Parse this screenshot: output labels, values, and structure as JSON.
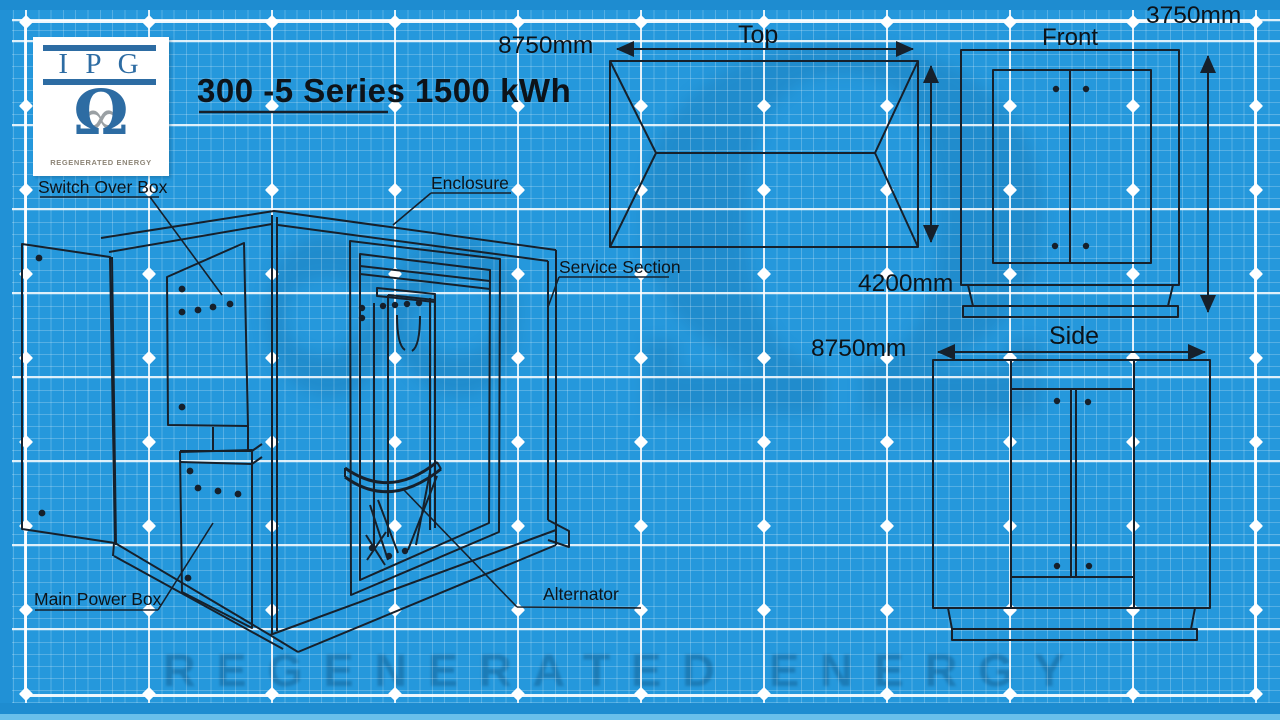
{
  "logo": {
    "acronym": "I P G",
    "omega_symbol": "Ω",
    "infinity_symbol": "∞",
    "tagline": "REGENERATED ENERGY"
  },
  "title": "300 -5 Series 1500 kWh",
  "part_labels": {
    "switch_over_box": "Switch Over Box",
    "enclosure": "Enclosure",
    "service_section": "Service Section",
    "main_power_box": "Main Power Box",
    "alternator": "Alternator"
  },
  "views": {
    "top": {
      "label": "Top",
      "width_dim": "8750mm",
      "depth_dim": "4200mm"
    },
    "front": {
      "label": "Front",
      "height_dim": "3750mm"
    },
    "side": {
      "label": "Side",
      "width_dim": "8750mm"
    }
  },
  "watermark": {
    "text": "REGENERATED ENERGY"
  },
  "colors": {
    "blueprint_blue": "#2598dc",
    "line_color": "#16202b",
    "logo_blue": "#2d6ca3"
  }
}
